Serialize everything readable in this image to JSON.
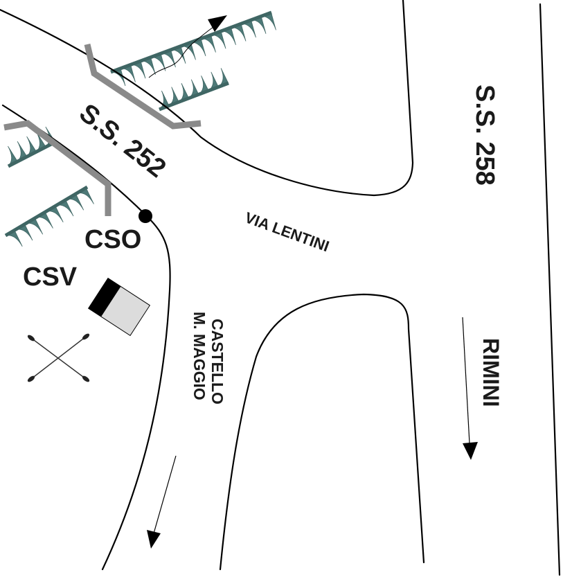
{
  "map": {
    "labels": {
      "ss252": "S.S. 252",
      "ss258": "S.S. 258",
      "via_lentini": "VIA LENTINI",
      "castello_line1": "CASTELLO",
      "castello_line2": "M. MAGGIO",
      "rimini": "RIMINI",
      "cso": "CSO",
      "csv": "CSV"
    },
    "colors": {
      "ink": "#000000",
      "river_bank": "#4e7a78",
      "bridge": "#8a8a8a",
      "building_roof": "#dcdcdc",
      "building_dark": "#000000"
    },
    "icons": {
      "station_marker": "filled-circle",
      "building": "building-icon",
      "crossed_swords": "crossed-pins-icon",
      "direction_arrows": "arrow-icon"
    }
  }
}
